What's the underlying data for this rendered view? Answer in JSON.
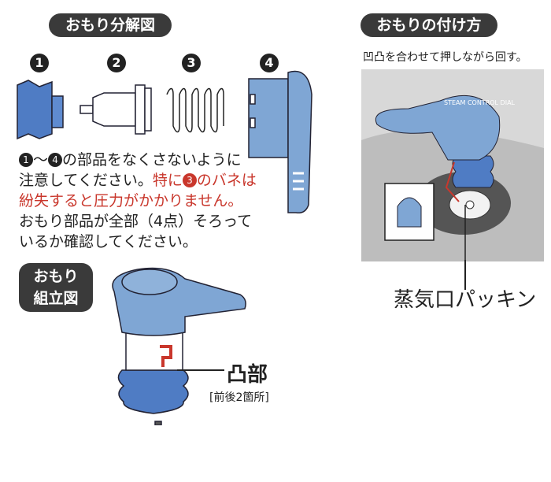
{
  "exploded": {
    "title": "おもり分解図",
    "parts": [
      "1",
      "2",
      "3",
      "4"
    ],
    "note": {
      "l1_num_a": "1",
      "l1_tilde": "〜",
      "l1_num_b": "4",
      "l1_rest": "の部品をなくさないように",
      "l2_a": "注意してください。",
      "l2_red_a": "特に",
      "l2_red_num": "3",
      "l2_red_b": "のバネは",
      "l3": "紛失すると圧力がかかりません。",
      "l4": "おもり部品が全部（4点）そろって",
      "l5": "いるか確認してください。"
    }
  },
  "assembled": {
    "title_l1": "おもり",
    "title_l2": "組立図",
    "callout": "凸部",
    "callout_sub": "[前後2箇所]"
  },
  "attach": {
    "title": "おもりの付け方",
    "instruction": "凹凸を合わせて押しながら回す。",
    "dial_text": "STEAM CONTROL DIAL",
    "label": "蒸気口パッキン"
  },
  "colors": {
    "blue": "#7fa6d4",
    "blue_dark": "#4f7cc4",
    "red": "#c9372c",
    "pill": "#3a3a3a"
  }
}
